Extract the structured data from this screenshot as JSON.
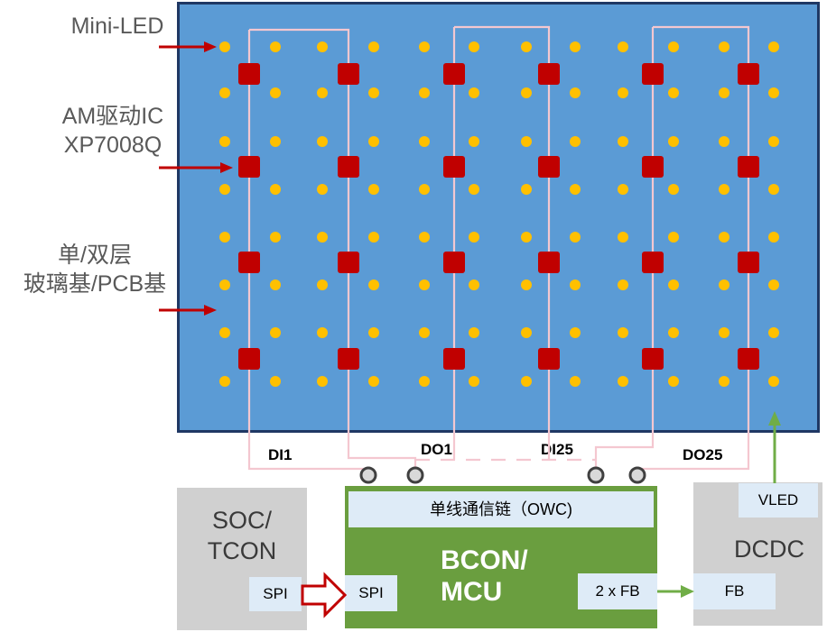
{
  "left_labels": {
    "mini_led": "Mini-LED",
    "am_driver_line1": "AM驱动IC",
    "am_driver_line2": "XP7008Q",
    "substrate_line1": "单/双层",
    "substrate_line2": "玻璃基/PCB基"
  },
  "wire_labels": {
    "di1": "DI1",
    "do1": "DO1",
    "di25": "DI25",
    "do25": "DO25"
  },
  "blocks": {
    "soc_tcon_line1": "SOC/",
    "soc_tcon_line2": "TCON",
    "soc_spi": "SPI",
    "owc": "单线通信链（OWC)",
    "bcon_line1": "BCON/",
    "bcon_line2": "MCU",
    "bcon_spi": "SPI",
    "bcon_fb": "2 x FB",
    "dcdc": "DCDC",
    "dcdc_vled": "VLED",
    "dcdc_fb": "FB"
  },
  "colors": {
    "panel": "#5b9bd5",
    "panel_border": "#1f3864",
    "led": "#ffc000",
    "driver_ic": "#c00000",
    "wire": "#f4c7d0",
    "arrow_red": "#c00000",
    "arrow_green": "#70ad47",
    "bcon": "#6a9e3f",
    "block_gray": "#d0d0d0",
    "sub_box": "#deebf7"
  }
}
